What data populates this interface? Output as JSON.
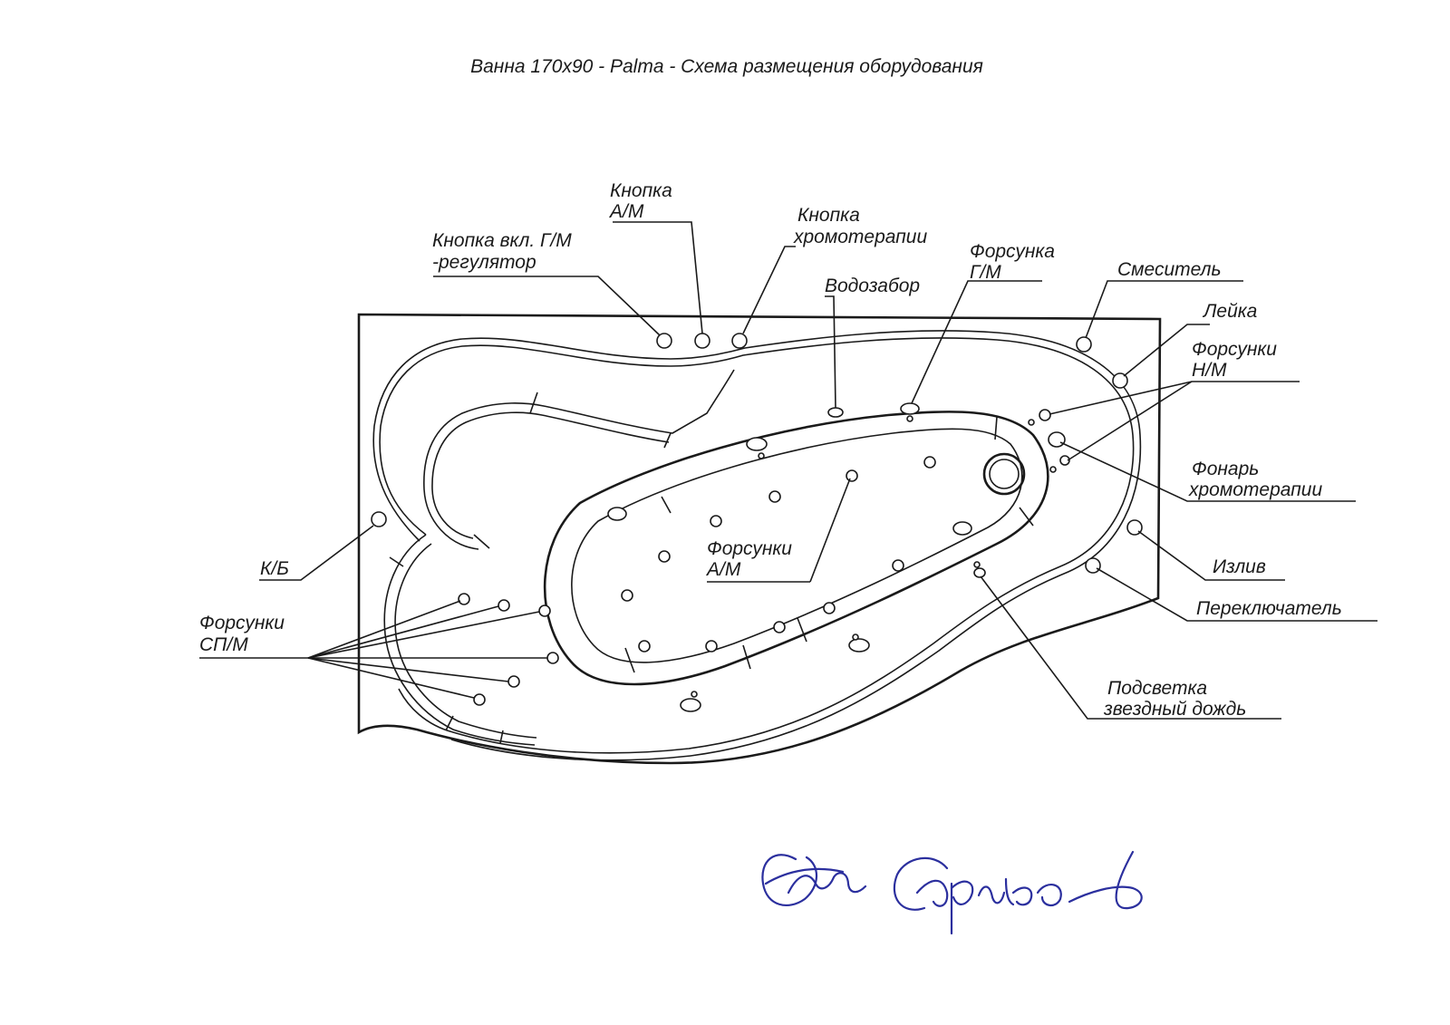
{
  "title": "Ванна 170х90 - Palma - Схема размещения оборудования",
  "labels": {
    "knopka_am_1": "Кнопка",
    "knopka_am_2": "А/М",
    "knopka_gm_1": "Кнопка вкл. Г/М",
    "knopka_gm_2": "-регулятор",
    "knopka_chromo_1": "Кнопка",
    "knopka_chromo_2": "хромотерапии",
    "vodozabor": "Водозабор",
    "forsunka_gm_1": "Форсунка",
    "forsunka_gm_2": "Г/М",
    "smesitel": "Смеситель",
    "leika": "Лейка",
    "forsunki_nm_1": "Форсунки",
    "forsunki_nm_2": "Н/М",
    "fonar_1": "Фонарь",
    "fonar_2": "хромотерапии",
    "izliv": "Излив",
    "pereklyuchatel": "Переключатель",
    "podsvetka_1": "Подсветка",
    "podsvetka_2": "звездный дождь",
    "forsunki_am_1": "Форсунки",
    "forsunki_am_2": "А/М",
    "kb": "К/Б",
    "forsunki_spm_1": "Форсунки",
    "forsunki_spm_2": "СП/М"
  },
  "signature": "Старисков",
  "colors": {
    "ink": "#1a1a1a",
    "signature": "#2b2f9e",
    "paper": "#ffffff"
  }
}
